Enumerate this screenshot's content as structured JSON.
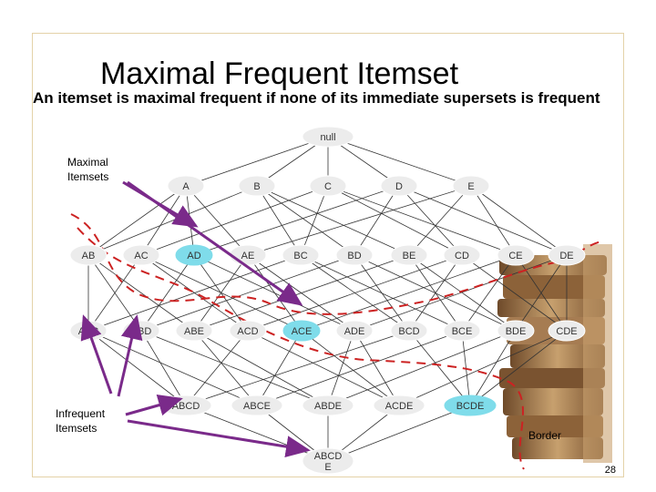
{
  "slide": {
    "title": "Maximal Frequent Itemset",
    "subtitle": "An itemset is maximal frequent if none of its immediate supersets is frequent",
    "labels": {
      "maximal": "Maximal\nItemsets",
      "infrequent": "Infrequent\nItemsets",
      "border": "Border"
    },
    "slide_number": "28"
  },
  "lattice": {
    "levels": [
      [
        "null"
      ],
      [
        "A",
        "B",
        "C",
        "D",
        "E"
      ],
      [
        "AB",
        "AC",
        "AD",
        "AE",
        "BC",
        "BD",
        "BE",
        "CD",
        "CE",
        "DE"
      ],
      [
        "ABC",
        "ABD",
        "ABE",
        "ACD",
        "ACE",
        "ADE",
        "BCD",
        "BCE",
        "BDE",
        "CDE"
      ],
      [
        "ABCD",
        "ABCE",
        "ABDE",
        "ACDE",
        "BCDE"
      ],
      [
        "ABCDE"
      ]
    ],
    "highlighted": [
      "AD",
      "ACE",
      "BCDE"
    ]
  },
  "colors": {
    "highlight": "#7fdcea",
    "node_fill": "#ececec",
    "edge": "#333333",
    "border_line": "#cc2222",
    "arrow": "#7a2a8a",
    "books": "#b58a5c"
  }
}
